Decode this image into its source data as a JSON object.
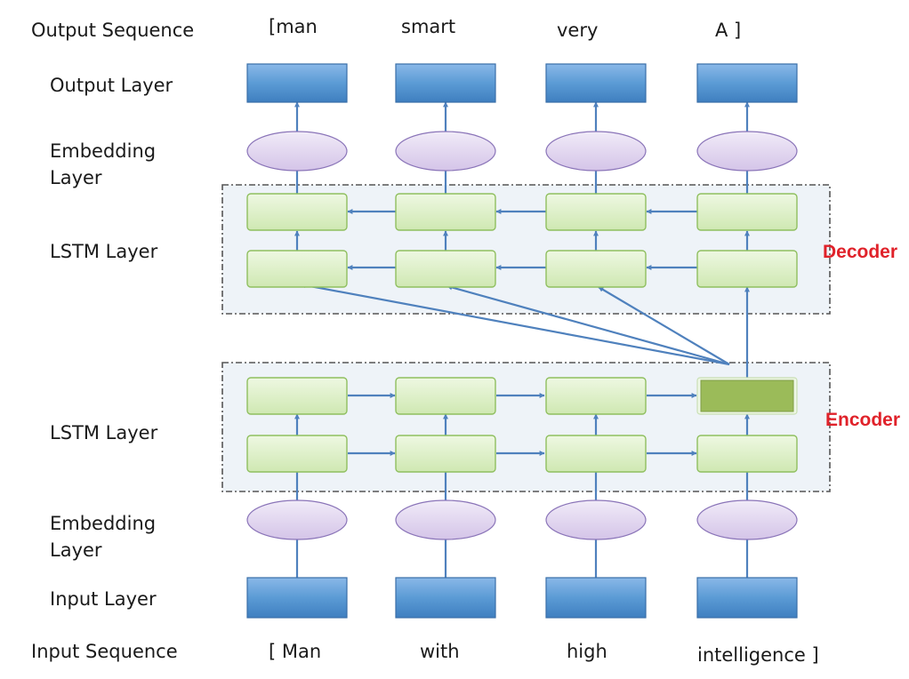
{
  "row_labels": {
    "output_sequence": "Output Sequence",
    "output_layer": "Output Layer",
    "decoder_embedding_line1": "Embedding",
    "decoder_embedding_line2": "Layer",
    "decoder_lstm": "LSTM Layer",
    "encoder_lstm": "LSTM Layer",
    "encoder_embedding_line1": "Embedding",
    "encoder_embedding_line2": "Layer",
    "input_layer": "Input Layer",
    "input_sequence": "Input Sequence"
  },
  "output_tokens": [
    "[man",
    "smart",
    "very",
    "A ]"
  ],
  "input_tokens": [
    "[ Man",
    "with",
    "high",
    "intelligence ]"
  ],
  "blocks": {
    "decoder": "Decoder",
    "encoder": "Encoder"
  },
  "colors": {
    "layer_box": "#5b9bd5",
    "embedding": "#ddd0ee",
    "lstm_cell": "#d7eebe",
    "context_cell": "#9bbb59",
    "arrow": "#4f81bd",
    "block_tag": "#e0222a"
  }
}
